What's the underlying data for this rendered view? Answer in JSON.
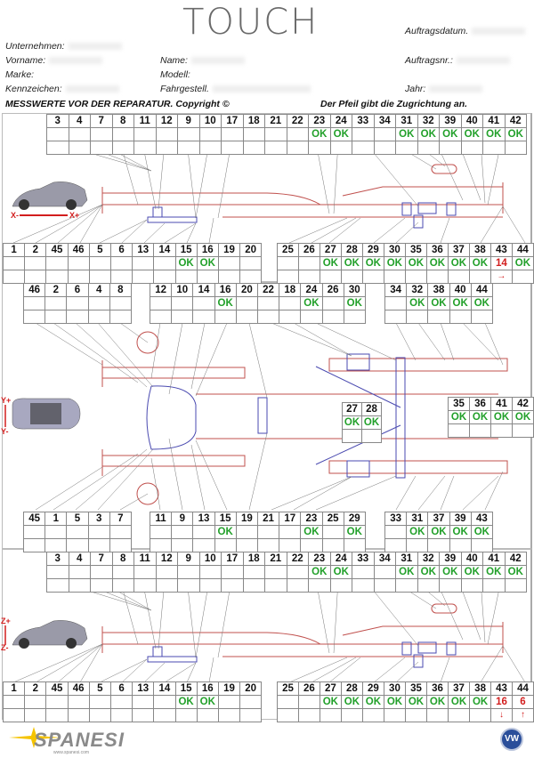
{
  "header": {
    "logo": "TOUCH",
    "fields": {
      "auftragsdatum": "Auftragsdatum.",
      "unternehmen": "Unternehmen:",
      "vorname": "Vorname:",
      "name": "Name:",
      "auftragsnr": "Auftragsnr.:",
      "marke": "Marke:",
      "modell": "Modell:",
      "kennzeichen": "Kennzeichen:",
      "fahrgestell": "Fahrgestell.",
      "jahr": "Jahr:"
    },
    "title_left": "MESSWERTE VOR DER REPARATUR. Copyright ©",
    "title_right": "Der Pfeil gibt die Zugrichtung an."
  },
  "colors": {
    "ok": "#22a02a",
    "deviation": "#d21e1e",
    "frame_red": "#c0504d",
    "frame_blue": "#4a4ab0"
  },
  "panels": [
    {
      "name": "side-view-x",
      "axis_label_minus": "X-",
      "axis_label_plus": "X+",
      "top_table": {
        "points": [
          "3",
          "4",
          "7",
          "8",
          "11",
          "12",
          "9",
          "10",
          "17",
          "18",
          "21",
          "22",
          "23",
          "24",
          "33",
          "34",
          "31",
          "32",
          "39",
          "40",
          "41",
          "42"
        ],
        "values": [
          "",
          "",
          "",
          "",
          "",
          "",
          "",
          "",
          "",
          "",
          "",
          "",
          "OK",
          "OK",
          "",
          "",
          "OK",
          "OK",
          "OK",
          "OK",
          "OK",
          "OK"
        ],
        "arrows": [
          "",
          "",
          "",
          "",
          "",
          "",
          "",
          "",
          "",
          "",
          "",
          "",
          "",
          "",
          "",
          "",
          "",
          "",
          "",
          "",
          "",
          ""
        ]
      },
      "bottom_table_left": {
        "points": [
          "1",
          "2",
          "45",
          "46",
          "5",
          "6",
          "13",
          "14",
          "15",
          "16",
          "19",
          "20"
        ],
        "values": [
          "",
          "",
          "",
          "",
          "",
          "",
          "",
          "",
          "OK",
          "OK",
          "",
          ""
        ],
        "arrows": [
          "",
          "",
          "",
          "",
          "",
          "",
          "",
          "",
          "",
          "",
          "",
          ""
        ]
      },
      "bottom_table_right": {
        "points": [
          "25",
          "26",
          "27",
          "28",
          "29",
          "30",
          "35",
          "36",
          "37",
          "38",
          "43",
          "44"
        ],
        "values": [
          "",
          "",
          "OK",
          "OK",
          "OK",
          "OK",
          "OK",
          "OK",
          "OK",
          "OK",
          "14",
          "OK"
        ],
        "arrows": [
          "",
          "",
          "",
          "",
          "",
          "",
          "",
          "",
          "",
          "",
          "→",
          ""
        ]
      }
    },
    {
      "name": "top-view-y",
      "axis_label_plus": "Y+",
      "axis_label_minus": "Y-",
      "top_table_left": {
        "points": [
          "46",
          "2",
          "6",
          "4",
          "8"
        ],
        "values": [
          "",
          "",
          "",
          "",
          ""
        ]
      },
      "top_table_mid": {
        "points": [
          "12",
          "10",
          "14",
          "16",
          "20",
          "22",
          "18",
          "24",
          "26",
          "30"
        ],
        "values": [
          "",
          "",
          "",
          "OK",
          "",
          "",
          "",
          "OK",
          "",
          "OK"
        ]
      },
      "top_table_right": {
        "points": [
          "34",
          "32",
          "38",
          "40",
          "44"
        ],
        "values": [
          "",
          "OK",
          "OK",
          "OK",
          "OK"
        ]
      },
      "center_table": {
        "points": [
          "27",
          "28"
        ],
        "values": [
          "OK",
          "OK"
        ]
      },
      "side_table": {
        "points": [
          "35",
          "36",
          "41",
          "42"
        ],
        "values": [
          "OK",
          "OK",
          "OK",
          "OK"
        ]
      },
      "bottom_table_left": {
        "points": [
          "45",
          "1",
          "5",
          "3",
          "7"
        ],
        "values": [
          "",
          "",
          "",
          "",
          ""
        ]
      },
      "bottom_table_mid": {
        "points": [
          "11",
          "9",
          "13",
          "15",
          "19",
          "21",
          "17",
          "23",
          "25",
          "29"
        ],
        "values": [
          "",
          "",
          "",
          "OK",
          "",
          "",
          "",
          "OK",
          "",
          "OK"
        ]
      },
      "bottom_table_right": {
        "points": [
          "33",
          "31",
          "37",
          "39",
          "43"
        ],
        "values": [
          "",
          "OK",
          "OK",
          "OK",
          "OK"
        ]
      }
    },
    {
      "name": "side-view-z",
      "axis_label_plus": "Z+",
      "axis_label_minus": "Z-",
      "top_table": {
        "points": [
          "3",
          "4",
          "7",
          "8",
          "11",
          "12",
          "9",
          "10",
          "17",
          "18",
          "21",
          "22",
          "23",
          "24",
          "33",
          "34",
          "31",
          "32",
          "39",
          "40",
          "41",
          "42"
        ],
        "values": [
          "",
          "",
          "",
          "",
          "",
          "",
          "",
          "",
          "",
          "",
          "",
          "",
          "OK",
          "OK",
          "",
          "",
          "OK",
          "OK",
          "OK",
          "OK",
          "OK",
          "OK"
        ],
        "arrows": [
          "",
          "",
          "",
          "",
          "",
          "",
          "",
          "",
          "",
          "",
          "",
          "",
          "",
          "",
          "",
          "",
          "",
          "",
          "",
          "",
          "",
          ""
        ]
      },
      "bottom_table_left": {
        "points": [
          "1",
          "2",
          "45",
          "46",
          "5",
          "6",
          "13",
          "14",
          "15",
          "16",
          "19",
          "20"
        ],
        "values": [
          "",
          "",
          "",
          "",
          "",
          "",
          "",
          "",
          "OK",
          "OK",
          "",
          ""
        ],
        "arrows": [
          "",
          "",
          "",
          "",
          "",
          "",
          "",
          "",
          "",
          "",
          "",
          ""
        ]
      },
      "bottom_table_right": {
        "points": [
          "25",
          "26",
          "27",
          "28",
          "29",
          "30",
          "35",
          "36",
          "37",
          "38",
          "43",
          "44"
        ],
        "values": [
          "",
          "",
          "OK",
          "OK",
          "OK",
          "OK",
          "OK",
          "OK",
          "OK",
          "OK",
          "16",
          "6"
        ],
        "arrows": [
          "",
          "",
          "",
          "",
          "",
          "",
          "",
          "",
          "",
          "",
          "↓",
          "↑"
        ]
      }
    }
  ],
  "footer": {
    "brand": "SPANESI",
    "brand_url": "www.spanesi.com",
    "vw_logo": "VW"
  }
}
